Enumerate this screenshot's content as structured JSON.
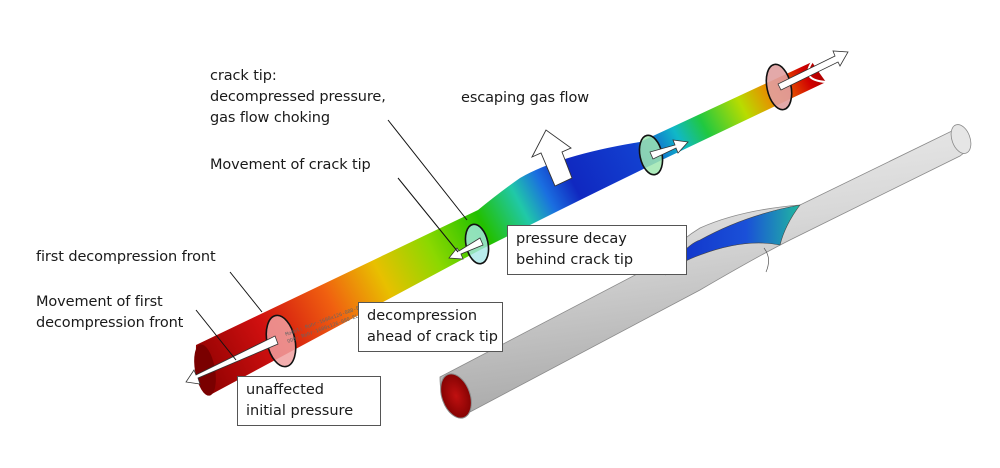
{
  "figure": {
    "title": "Pipeline running ductile fracture: gas decompression and crack propagation",
    "colors": {
      "high_pressure": "#c00000",
      "mid_pressure": "#2fc800",
      "low_pressure": "#1530c8",
      "pipe_grey": "#d6d6d6",
      "annotation_line": "#111111"
    }
  },
  "labels": {
    "crack_tip": [
      "crack tip:",
      "decompressed pressure,",
      "gas flow choking"
    ],
    "escaping_gas": "escaping gas flow",
    "movement_crack_tip": "Movement of crack tip",
    "first_front": "first decompression front",
    "movement_first_front": [
      "Movement of first",
      "decompression front"
    ]
  },
  "boxes": {
    "pressure_decay": [
      "pressure decay",
      "behind crack tip"
    ],
    "decompression_ahead": [
      "decompression",
      "ahead of crack tip"
    ],
    "unaffected": [
      "unaffected",
      "initial pressure"
    ]
  },
  "model_watermark": [
    "Model: Rohr-1600x126-080-EL050",
    "ODB: Rohr-1600x126-080-EL050_"
  ]
}
